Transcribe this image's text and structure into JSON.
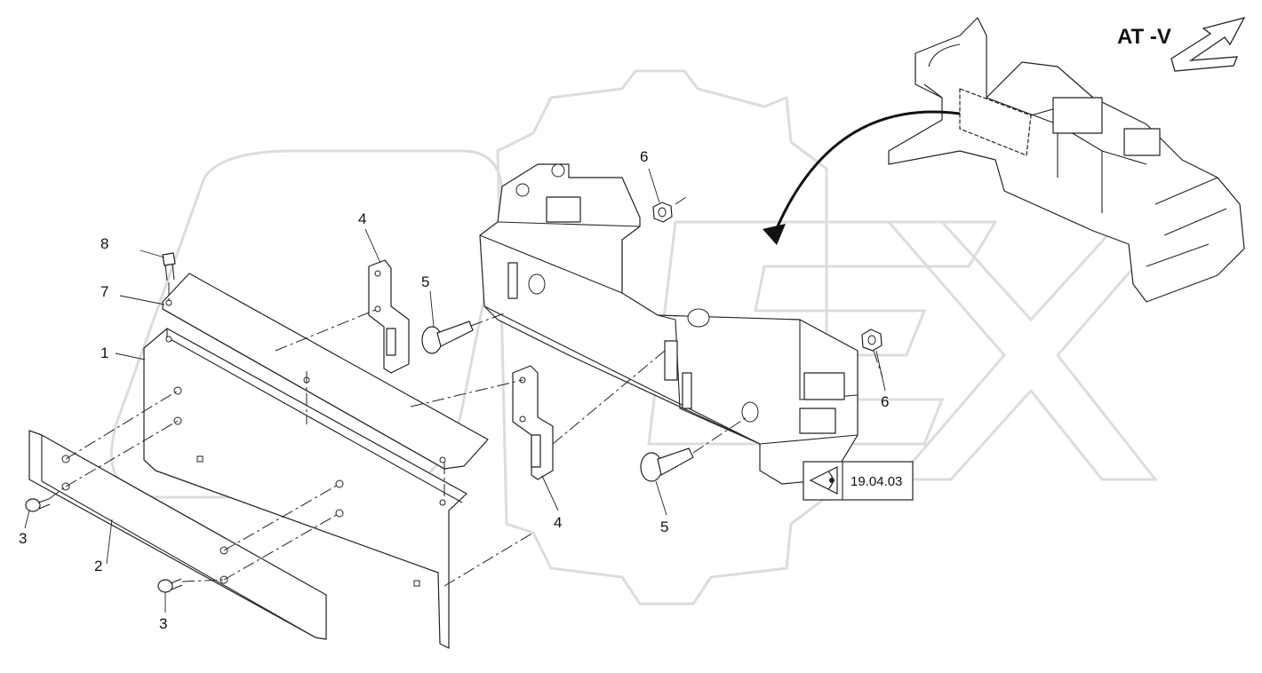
{
  "view": {
    "title": "AT -V",
    "arrow_icon": "view-direction-arrow-icon"
  },
  "reference": {
    "label": "19.04.03",
    "icon": "eye-view-icon"
  },
  "callouts": [
    {
      "id": "c8",
      "text": "8"
    },
    {
      "id": "c7",
      "text": "7"
    },
    {
      "id": "c1",
      "text": "1"
    },
    {
      "id": "c3a",
      "text": "3"
    },
    {
      "id": "c2",
      "text": "2"
    },
    {
      "id": "c3b",
      "text": "3"
    },
    {
      "id": "c4a",
      "text": "4"
    },
    {
      "id": "c5a",
      "text": "5"
    },
    {
      "id": "c6a",
      "text": "6"
    },
    {
      "id": "c4b",
      "text": "4"
    },
    {
      "id": "c5b",
      "text": "5"
    },
    {
      "id": "c6b",
      "text": "6"
    }
  ],
  "colors": {
    "line": "#222222",
    "watermark": "#dcdcdc",
    "background": "#ffffff"
  }
}
